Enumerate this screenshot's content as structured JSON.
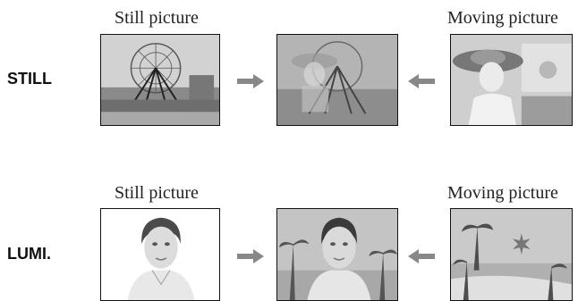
{
  "rows": [
    {
      "mode_label": "STILL",
      "still_caption": "Still picture",
      "moving_caption": "Moving picture",
      "still_image": "ferris-wheel-scene",
      "result_image": "ferris-wheel-with-girl-overlay",
      "moving_image": "girl-with-hat",
      "arrow_icon_right": "arrow-right-icon",
      "arrow_icon_left": "arrow-left-icon"
    },
    {
      "mode_label": "LUMI.",
      "still_caption": "Still picture",
      "moving_caption": "Moving picture",
      "still_image": "woman-portrait-white-background",
      "result_image": "woman-portrait-over-palm-beach",
      "moving_image": "palm-beach-scene",
      "arrow_icon_right": "arrow-right-icon",
      "arrow_icon_left": "arrow-left-icon"
    }
  ],
  "colors": {
    "arrow": "#888888",
    "frame": "#111111"
  }
}
